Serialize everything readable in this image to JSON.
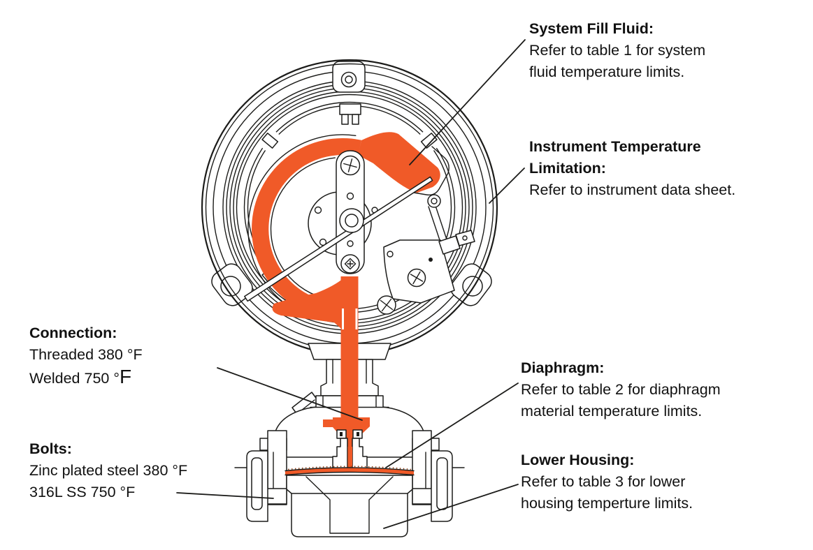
{
  "theme": {
    "accent": "#F05A28",
    "line": "#1c1c1a",
    "text": "#111111"
  },
  "diagram_title": "Diaphragm seal pressure instrument temperature limits diagram",
  "labels": {
    "system_fill_fluid": {
      "title": "System Fill Fluid:",
      "lines": [
        "Refer to table 1 for system",
        "fluid temperature limits."
      ]
    },
    "instrument_temperature": {
      "title_line1": "Instrument Temperature",
      "title_line2": "Limitation:",
      "lines": [
        "Refer to instrument data sheet."
      ]
    },
    "connection": {
      "title": "Connection:",
      "line1": "Threaded 380 °F",
      "line2_prefix": "Welded 750 °",
      "line2_suffix": "F"
    },
    "bolts": {
      "title": "Bolts:",
      "lines": [
        "Zinc plated steel 380 °F",
        "316L SS 750 °F"
      ]
    },
    "diaphragm": {
      "title": "Diaphragm:",
      "lines": [
        "Refer to table 2 for diaphragm",
        "material temperature limits."
      ]
    },
    "lower_housing": {
      "title": "Lower Housing:",
      "lines": [
        "Refer to table 3 for lower",
        "housing temperture limits."
      ]
    }
  }
}
